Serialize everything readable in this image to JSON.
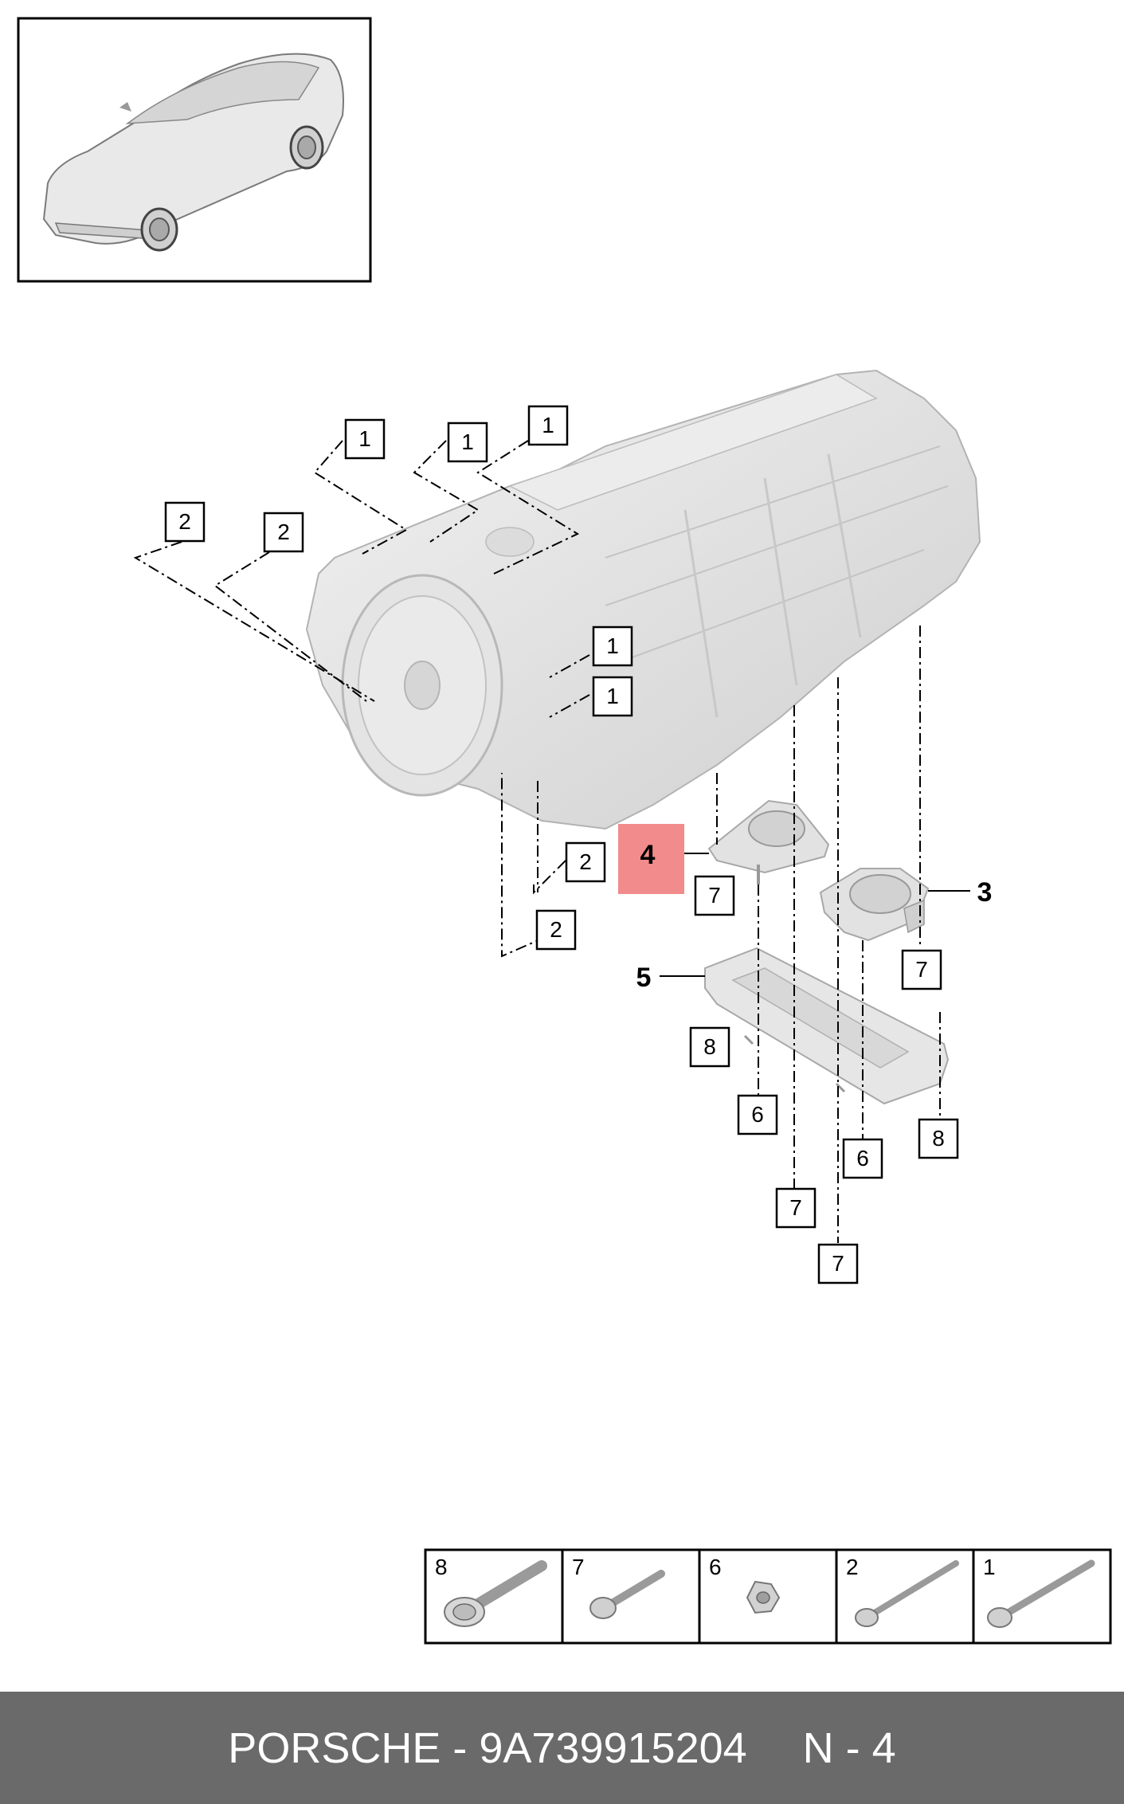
{
  "callouts": {
    "c1a": "1",
    "c1b": "1",
    "c1c": "1",
    "c1d": "1",
    "c1e": "1",
    "c2a": "2",
    "c2b": "2",
    "c2c": "2",
    "c2d": "2",
    "c3": "3",
    "c4": "4",
    "c5": "5",
    "c6a": "6",
    "c6b": "6",
    "c7a": "7",
    "c7b": "7",
    "c7c": "7",
    "c7d": "7",
    "c8a": "8",
    "c8b": "8"
  },
  "legend": [
    "8",
    "7",
    "6",
    "2",
    "1"
  ],
  "footer": {
    "brand_part": "PORSCHE - 9A739915204",
    "page_ref": "N - 4"
  },
  "colors": {
    "highlight": "#f28b8b",
    "footer_bg": "#6a6a6a",
    "part_fill": "#e6e6e6",
    "part_stroke": "#b3b3b3"
  }
}
